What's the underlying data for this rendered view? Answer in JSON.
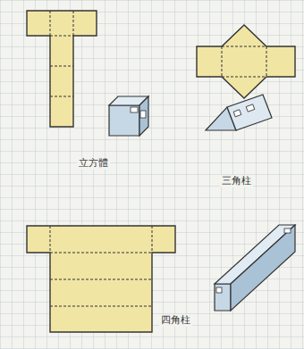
{
  "diagram": {
    "labels": [
      "立方體",
      "三角柱",
      "四角柱"
    ]
  }
}
